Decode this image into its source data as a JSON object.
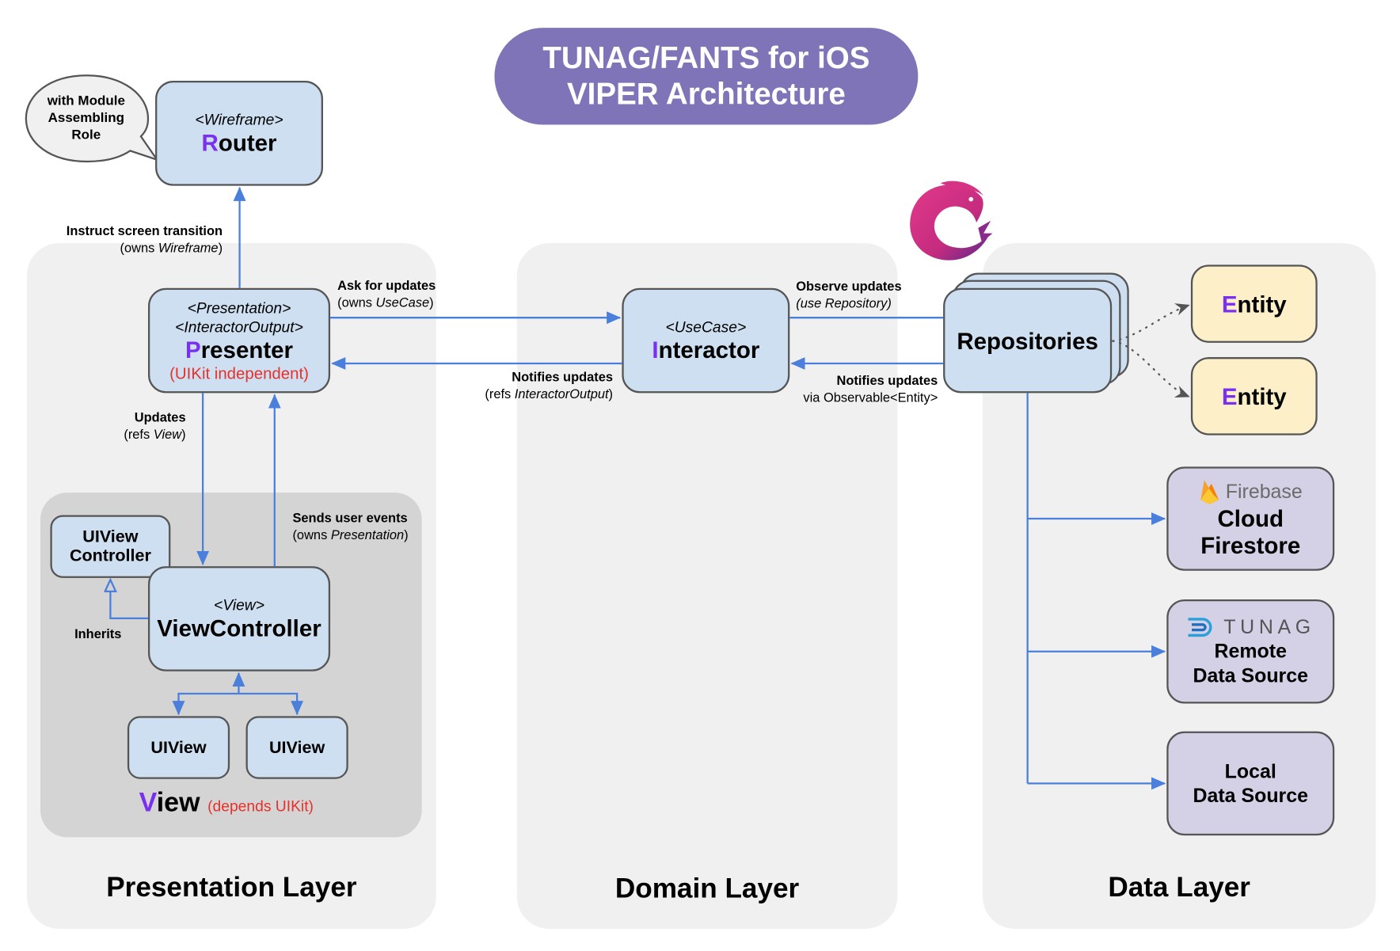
{
  "title": {
    "line1": "TUNAG/FANTS for iOS",
    "line2": "VIPER Architecture",
    "color": "#8074b8"
  },
  "layers": {
    "presentation": "Presentation Layer",
    "domain": "Domain Layer",
    "data": "Data Layer"
  },
  "callout": {
    "text_lines": [
      "with Module",
      "Assembling",
      "Role"
    ]
  },
  "router": {
    "stereotype": "<Wireframe>",
    "name_first": "R",
    "name_rest": "outer"
  },
  "presenter": {
    "stereotype1": "<Presentation>",
    "stereotype2": "<InteractorOutput>",
    "name_first": "P",
    "name_rest": "resenter",
    "note": "(UIKit independent)"
  },
  "interactor": {
    "stereotype": "<UseCase>",
    "name_first": "I",
    "name_rest": "nteractor"
  },
  "repositories": {
    "name": "Repositories"
  },
  "entities": [
    {
      "name_first": "E",
      "name_rest": "ntity"
    },
    {
      "name_first": "E",
      "name_rest": "ntity"
    }
  ],
  "data_sources": [
    {
      "logo": "Firebase",
      "line1": "Cloud",
      "line2": "Firestore",
      "logo_icon": "firebase-flame-icon"
    },
    {
      "logo": "TUNAG",
      "line1": "Remote",
      "line2": "Data Source",
      "logo_icon": "tunag-logo-icon"
    },
    {
      "logo": "",
      "line1": "Local",
      "line2": "Data Source"
    }
  ],
  "view_group": {
    "uiviewcontroller_line1": "UIView",
    "uiviewcontroller_line2": "Controller",
    "viewcontroller_stereotype": "<View>",
    "viewcontroller_name": "ViewController",
    "uiviews": [
      "UIView",
      "UIView"
    ],
    "inherits_label": "Inherits",
    "group_name_first": "V",
    "group_name_rest": "iew",
    "group_note": "(depends UIKit)"
  },
  "edge_labels": {
    "instruct": {
      "bold": "Instruct screen transition",
      "pre": "(owns ",
      "ital": "Wireframe",
      "post": ")"
    },
    "ask": {
      "bold": "Ask for updates",
      "pre": "(owns ",
      "ital": "UseCase",
      "post": ")"
    },
    "notify_presenter": {
      "bold": "Notifies updates",
      "pre": "(refs ",
      "ital": "InteractorOutput",
      "post": ")"
    },
    "observe": {
      "bold": "Observe updates",
      "ital": "(use Repository)"
    },
    "notify_interactor": {
      "bold": "Notifies updates",
      "plain": "via Observable<Entity>"
    },
    "updates": {
      "bold": "Updates",
      "pre": "(refs ",
      "ital": "View",
      "post": ")"
    },
    "sends": {
      "bold": "Sends user events",
      "pre": "(owns ",
      "ital": "Presentation",
      "post": ")"
    }
  },
  "colors": {
    "arrow": "#4a7fdc",
    "accent_letter": "#7b2ff0",
    "warning_text": "#e8302a",
    "box_blue": "#cddff0",
    "box_yellow": "#fdf0c9",
    "box_lavender": "#d4d0e6"
  },
  "icons": {
    "rx_logo": "reactivex-eel-icon"
  }
}
